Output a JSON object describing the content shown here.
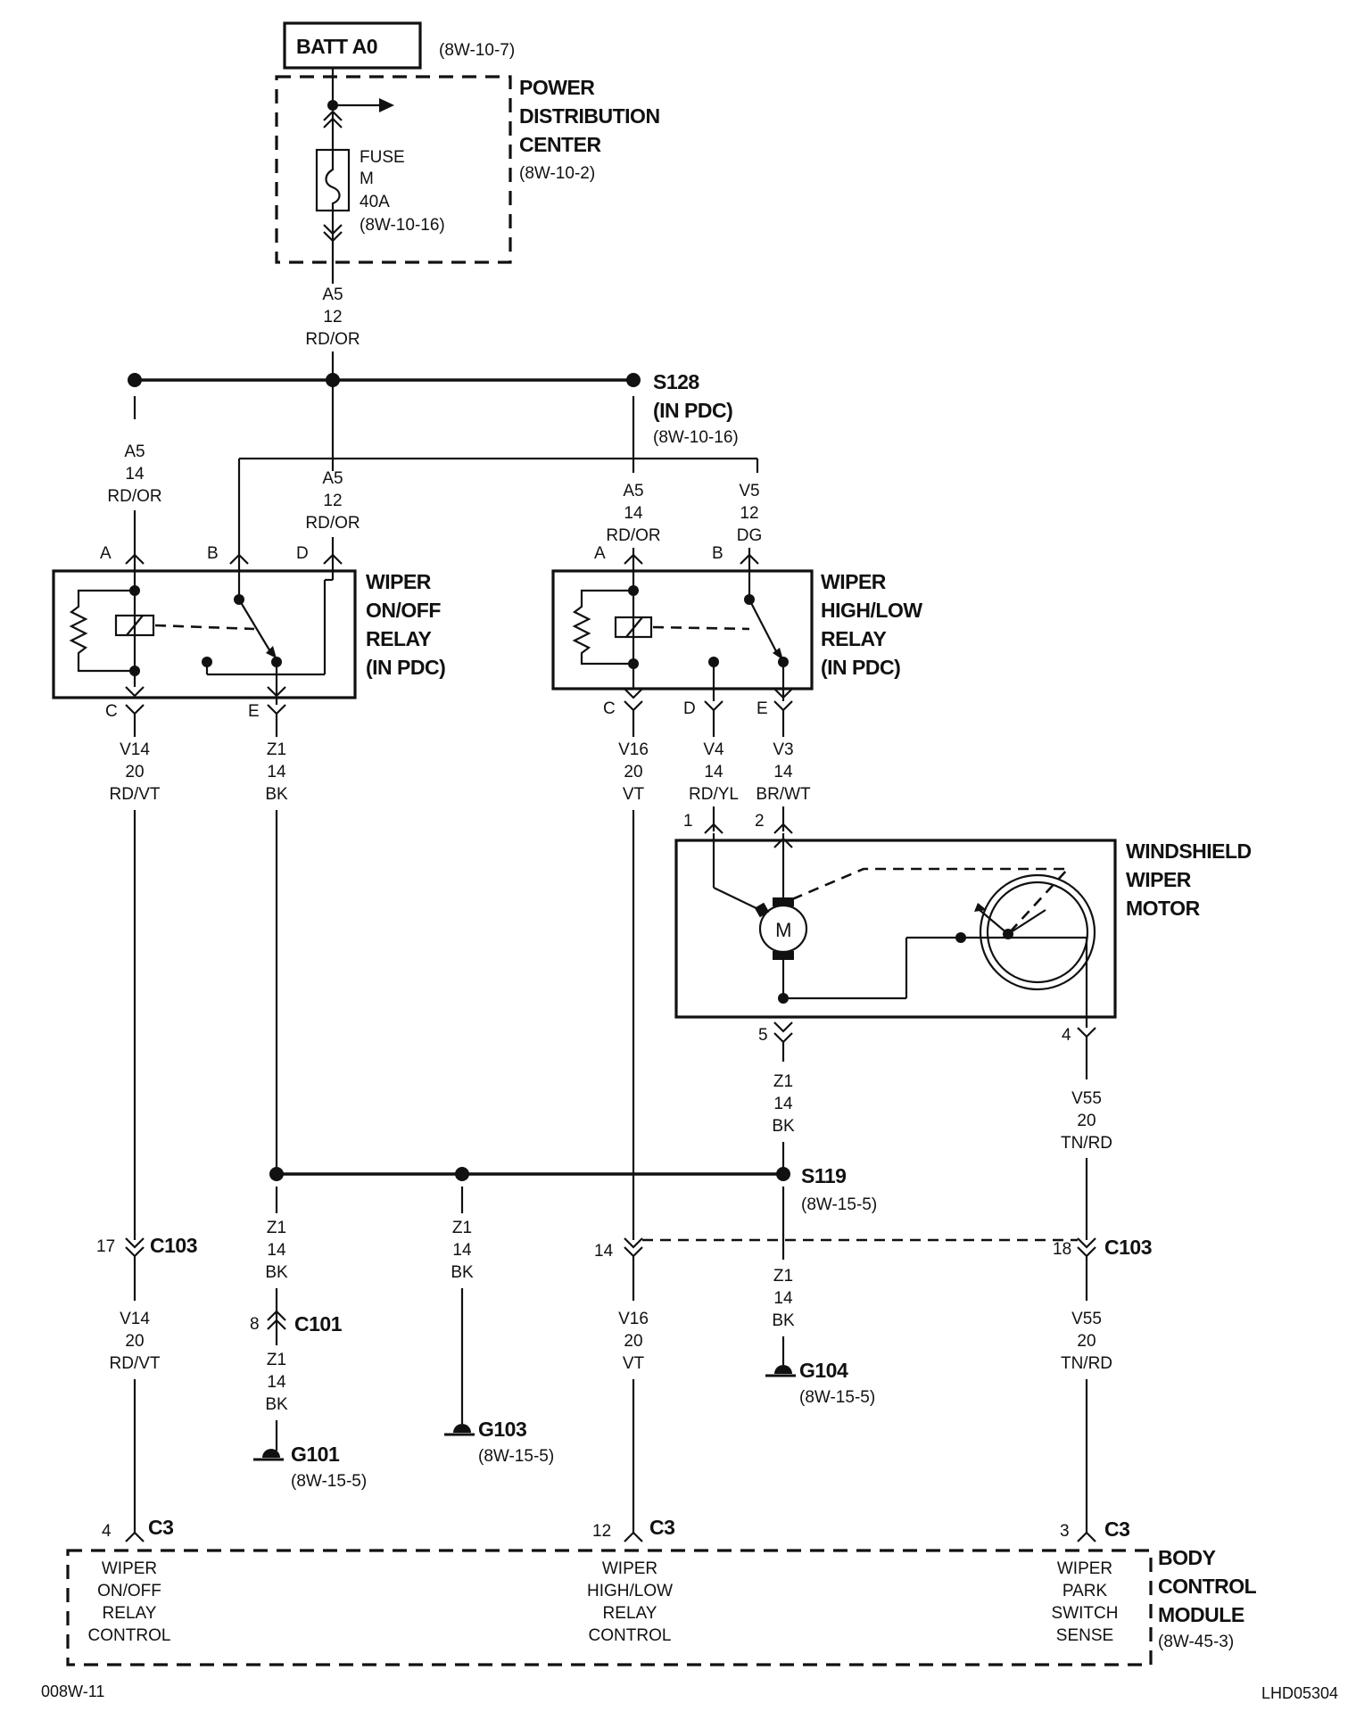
{
  "title_box": {
    "label": "BATT A0",
    "ref": "(8W-10-7)"
  },
  "pdc": {
    "lines": [
      "POWER",
      "DISTRIBUTION",
      "CENTER"
    ],
    "ref": "(8W-10-2)"
  },
  "fuse": {
    "lines": [
      "FUSE",
      "M",
      "40A",
      "(8W-10-16)"
    ]
  },
  "splice_s128": {
    "name": "S128",
    "sub": "(IN PDC)",
    "ref": "(8W-10-16)"
  },
  "splice_s119": {
    "name": "S119",
    "ref": "(8W-15-5)"
  },
  "wires": {
    "a5_main": [
      "A5",
      "12",
      "RD/OR"
    ],
    "a5_left": [
      "A5",
      "14",
      "RD/OR"
    ],
    "a5_center": [
      "A5",
      "12",
      "RD/OR"
    ],
    "a5_right": [
      "A5",
      "14",
      "RD/OR"
    ],
    "v5": [
      "V5",
      "12",
      "DG"
    ],
    "v14_top": [
      "V14",
      "20",
      "RD/VT"
    ],
    "z1_top": [
      "Z1",
      "14",
      "BK"
    ],
    "v16_top": [
      "V16",
      "20",
      "VT"
    ],
    "v4": [
      "V4",
      "14",
      "RD/YL"
    ],
    "v3": [
      "V3",
      "14",
      "BR/WT"
    ],
    "z1_motor": [
      "Z1",
      "14",
      "BK"
    ],
    "v55_top": [
      "V55",
      "20",
      "TN/RD"
    ],
    "z1_g101_a": [
      "Z1",
      "14",
      "BK"
    ],
    "z1_g101_b": [
      "Z1",
      "14",
      "BK"
    ],
    "z1_g103": [
      "Z1",
      "14",
      "BK"
    ],
    "z1_g104": [
      "Z1",
      "14",
      "BK"
    ],
    "v14_bot": [
      "V14",
      "20",
      "RD/VT"
    ],
    "v16_bot": [
      "V16",
      "20",
      "VT"
    ],
    "v55_bot": [
      "V55",
      "20",
      "TN/RD"
    ]
  },
  "relay_onoff": {
    "lines": [
      "WIPER",
      "ON/OFF",
      "RELAY",
      "(IN PDC)"
    ],
    "pins": {
      "a": "A",
      "b": "B",
      "d": "D",
      "c": "C",
      "e": "E"
    }
  },
  "relay_highlow": {
    "lines": [
      "WIPER",
      "HIGH/LOW",
      "RELAY",
      "(IN PDC)"
    ],
    "pins": {
      "a": "A",
      "b": "B",
      "c": "C",
      "d": "D",
      "e": "E"
    }
  },
  "motor": {
    "lines": [
      "WINDSHIELD",
      "WIPER",
      "MOTOR"
    ],
    "symbol": "M",
    "pins": {
      "p1": "1",
      "p2": "2",
      "p5": "5",
      "p4": "4"
    }
  },
  "connectors": {
    "c103_left": {
      "pin": "17",
      "name": "C103"
    },
    "c103_mid": {
      "pin": "14"
    },
    "c103_right": {
      "pin": "18",
      "name": "C103"
    },
    "c101": {
      "pin": "8",
      "name": "C101"
    },
    "c3_left": {
      "pin": "4",
      "name": "C3"
    },
    "c3_mid": {
      "pin": "12",
      "name": "C3"
    },
    "c3_right": {
      "pin": "3",
      "name": "C3"
    }
  },
  "grounds": {
    "g101": {
      "name": "G101",
      "ref": "(8W-15-5)"
    },
    "g103": {
      "name": "G103",
      "ref": "(8W-15-5)"
    },
    "g104": {
      "name": "G104",
      "ref": "(8W-15-5)"
    }
  },
  "bcm": {
    "lines": [
      "BODY",
      "CONTROL",
      "MODULE"
    ],
    "ref": "(8W-45-3)",
    "inputs": [
      [
        "WIPER",
        "ON/OFF",
        "RELAY",
        "CONTROL"
      ],
      [
        "WIPER",
        "HIGH/LOW",
        "RELAY",
        "CONTROL"
      ],
      [
        "WIPER",
        "PARK",
        "SWITCH",
        "SENSE"
      ]
    ]
  },
  "footer": {
    "left": "008W-11",
    "right": "LHD05304"
  }
}
